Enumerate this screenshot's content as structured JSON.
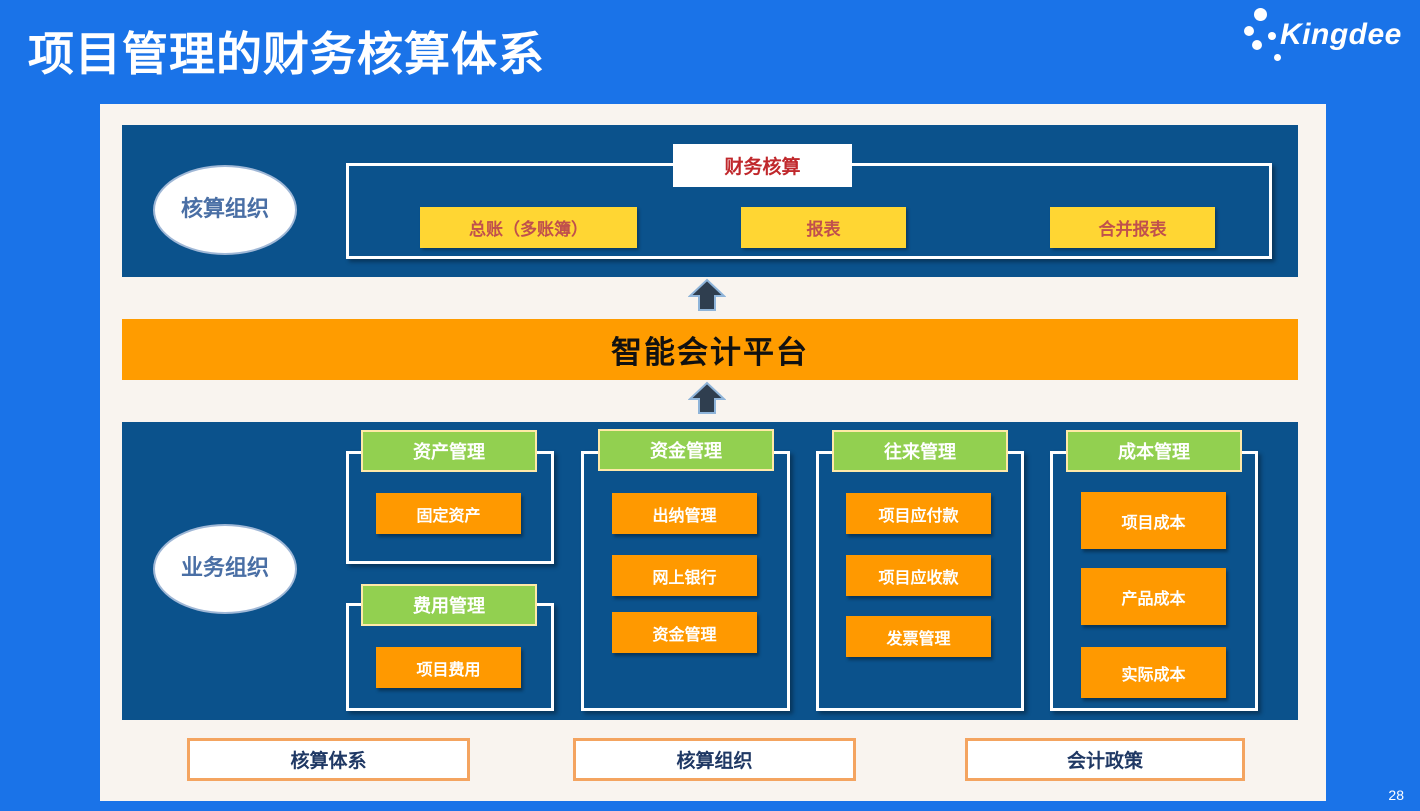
{
  "slide": {
    "title": "项目管理的财务核算体系",
    "page_number": "28"
  },
  "logo": {
    "text": "Kingdee"
  },
  "accounting_layer": {
    "org_label": "核算组织",
    "header": "财务核算",
    "items": [
      "总账（多账簿）",
      "报表",
      "合并报表"
    ]
  },
  "platform": {
    "label": "智能会计平台"
  },
  "business_layer": {
    "org_label": "业务组织",
    "groups": [
      {
        "title": "资产管理",
        "items": [
          "固定资产"
        ]
      },
      {
        "title": "费用管理",
        "items": [
          "项目费用"
        ]
      },
      {
        "title": "资金管理",
        "items": [
          "出纳管理",
          "网上银行",
          "资金管理"
        ]
      },
      {
        "title": "往来管理",
        "items": [
          "项目应付款",
          "项目应收款",
          "发票管理"
        ]
      },
      {
        "title": "成本管理",
        "items": [
          "项目成本",
          "产品成本",
          "实际成本"
        ]
      }
    ]
  },
  "footer": {
    "items": [
      "核算体系",
      "核算组织",
      "会计政策"
    ]
  },
  "colors": {
    "slide_bg": "#1a73e8",
    "band": "#0b528c",
    "platform": "#ff9c00",
    "module_title": "#92d050",
    "module_item": "#ff9900",
    "report_item": "#ffd633",
    "accent_red": "#c0282c"
  },
  "icons": [
    "kingdee-logo-icon",
    "up-arrow-icon"
  ]
}
